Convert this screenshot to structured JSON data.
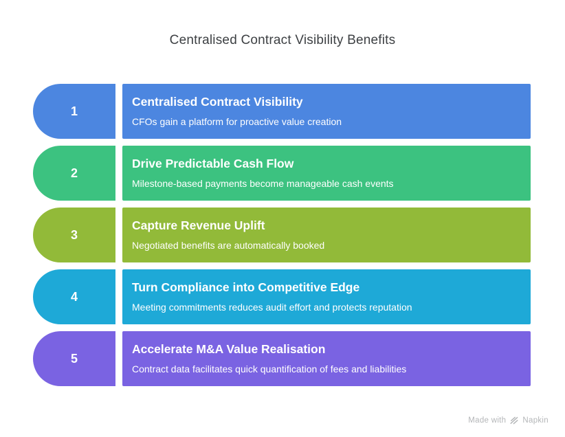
{
  "title": "Centralised Contract Visibility Benefits",
  "rows": [
    {
      "number": "1",
      "title": "Centralised Contract Visibility",
      "subtitle": "CFOs gain a platform for proactive value creation",
      "color": "#4c86e0"
    },
    {
      "number": "2",
      "title": "Drive Predictable Cash Flow",
      "subtitle": "Milestone-based payments become manageable cash events",
      "color": "#3cc280"
    },
    {
      "number": "3",
      "title": "Capture Revenue Uplift",
      "subtitle": "Negotiated benefits are automatically booked",
      "color": "#92ba39"
    },
    {
      "number": "4",
      "title": "Turn Compliance into Competitive Edge",
      "subtitle": "Meeting commitments reduces audit effort and protects reputation",
      "color": "#1ea9d7"
    },
    {
      "number": "5",
      "title": "Accelerate M&A Value Realisation",
      "subtitle": "Contract data facilitates quick quantification of fees and liabilities",
      "color": "#7a63e2"
    }
  ],
  "footer": {
    "made_with": "Made with",
    "brand": "Napkin",
    "icon": "napkin-logo-icon",
    "text_color": "#b4b6b8"
  },
  "background_color": "#ffffff",
  "title_color": "#3d4043"
}
